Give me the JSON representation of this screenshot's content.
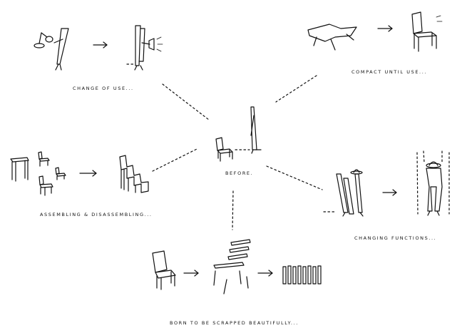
{
  "captions": {
    "change_of_use": "CHANGE OF USE...",
    "compact_until_use": "COMPACT UNTIL USE...",
    "before": "BEFORE.",
    "assembling": "ASSEMBLING & DISASSEMBLING...",
    "changing_functions": "CHANGING FUNCTIONS...",
    "born_to_be_scrapped": "BORN TO BE SCRAPPED BEAUTIFULLY..."
  }
}
